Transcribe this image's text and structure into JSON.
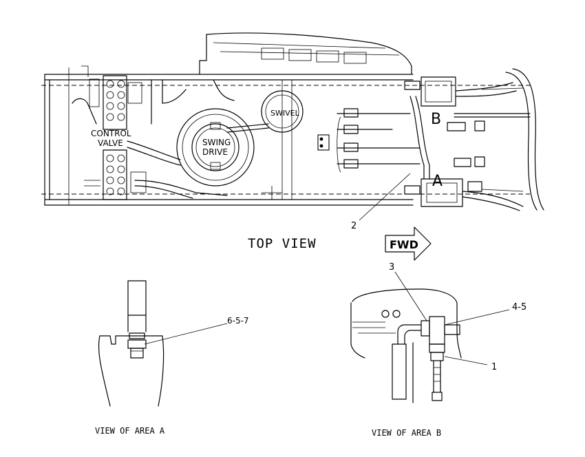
{
  "top_view": {
    "title": "TOP VIEW",
    "labels": {
      "control_valve": "CONTROL",
      "control_valve_2": "VALVE",
      "swing_drive": "SWING",
      "swing_drive_2": "DRIVE",
      "swivel": "SWIVEL",
      "area_a": "A",
      "area_b": "B"
    },
    "callouts": {
      "c2": "2"
    },
    "fwd_arrow": "FWD"
  },
  "view_area_a": {
    "caption": "VIEW OF AREA A",
    "callout": "6-5-7"
  },
  "view_area_b": {
    "caption": "VIEW OF AREA B",
    "callouts": {
      "c3": "3",
      "c45": "4-5",
      "c1": "1"
    }
  },
  "colors": {
    "ink": "#000000",
    "paper": "#ffffff"
  }
}
